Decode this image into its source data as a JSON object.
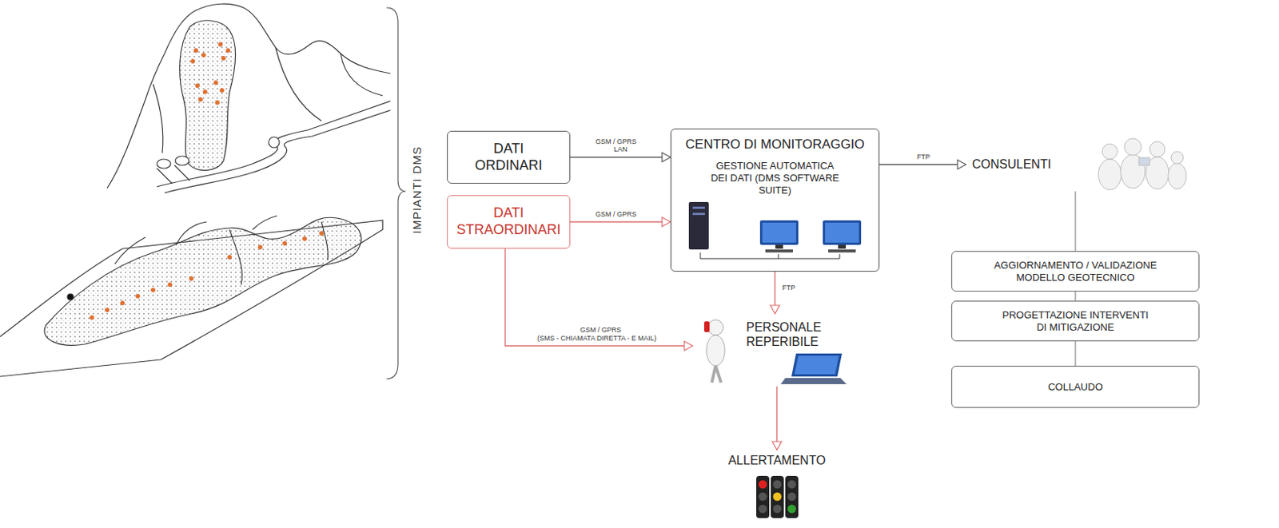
{
  "diagram": {
    "nodes": [
      {
        "text": [
          "DATI ORDINARI"
        ]
      },
      {
        "text": [
          "DATI STRAORDINARI"
        ]
      },
      {
        "text": [
          "CENTRO DI MONITORAGGIO",
          "GESTIONE AUTOMATICA DEI DATI (DMS SOFTWARE SUITE)"
        ]
      },
      {
        "text": [
          "CONSULENTI"
        ]
      },
      {
        "text": [
          "AGGIORNAMENTO / VALIDAZIONE MODELLO GEOTECNICO"
        ]
      },
      {
        "text": [
          "PROGETTAZIONE INTERVENTI DI MITIGAZIONE"
        ]
      },
      {
        "text": [
          "COLLAUDO"
        ]
      },
      {
        "text": [
          "PERSONALE REPERIBILE"
        ]
      },
      {
        "text": [
          "ALLERTAMENTO"
        ]
      }
    ],
    "edges": [
      {
        "from": 0,
        "to": 2,
        "label": "GSM / GPRS",
        "arrow": "to"
      },
      {
        "from": 1,
        "to": 2,
        "label": "GSM / GPRS",
        "arrow": "to"
      },
      {
        "from": 1,
        "to": 7,
        "label": "GSM / GPRS",
        "arrow": "to"
      },
      {
        "from": 2,
        "to": 3,
        "label": "FTP",
        "arrow": "to"
      },
      {
        "from": 2,
        "to": 7,
        "label": "FTP",
        "arrow": "to"
      },
      {
        "from": 7,
        "to": 8,
        "arrow": "to"
      },
      {
        "from": 3,
        "to": 4,
        "arrow": "none"
      },
      {
        "from": 4,
        "to": 5,
        "arrow": "none"
      },
      {
        "from": 5,
        "to": 6,
        "arrow": "none"
      }
    ],
    "labels": [
      "IMPIANTI DMS",
      "LAN",
      "(SMS - CHIAMATA DIRETTA - E MAIL)"
    ]
  }
}
